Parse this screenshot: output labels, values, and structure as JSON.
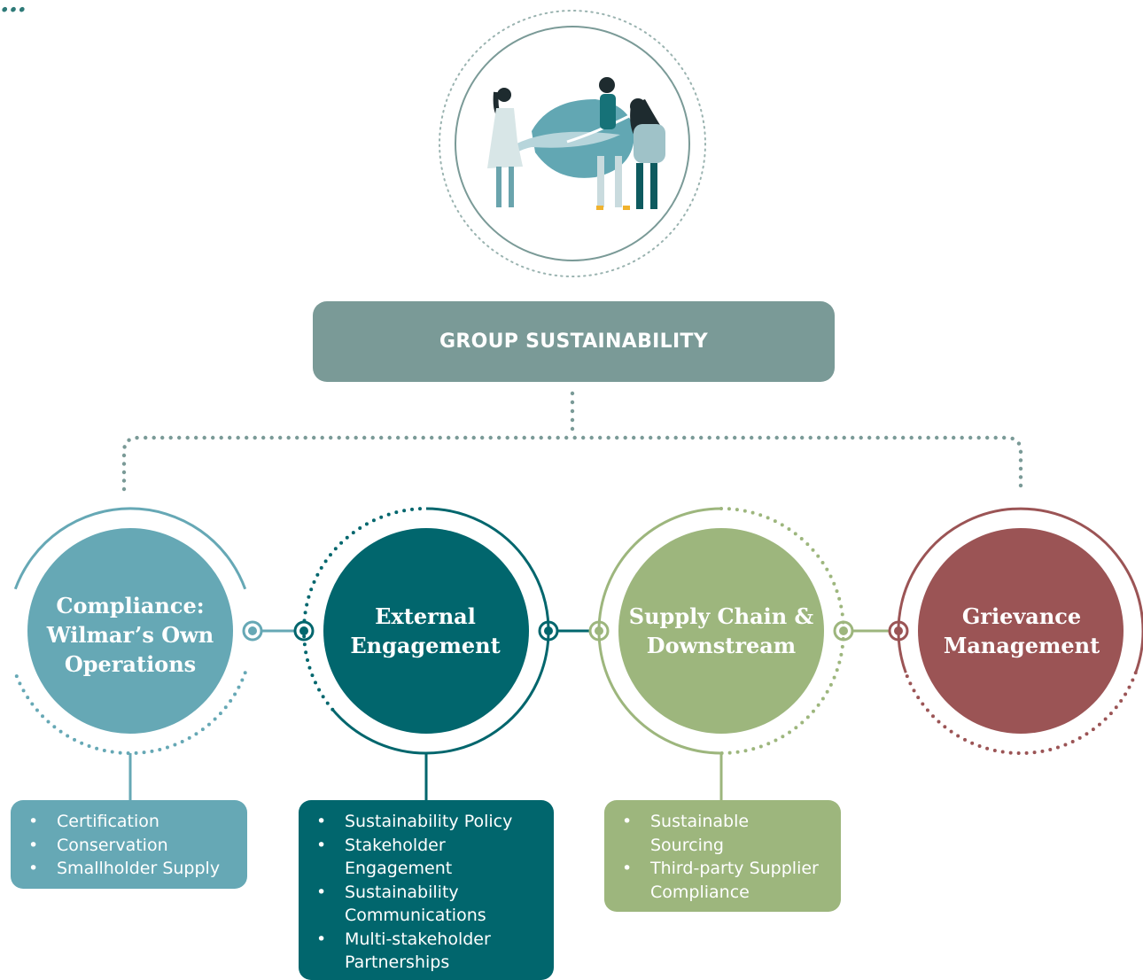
{
  "header": {
    "title": "GROUP SUSTAINABILITY"
  },
  "colors": {
    "header": "#7a9a97",
    "compliance": "#66a8b5",
    "external": "#01666d",
    "supply": "#9db67d",
    "grievance": "#9b5455",
    "connector": "#7a9a97"
  },
  "illustration": {
    "icon": "people-holding-leaf-icon"
  },
  "pillars": [
    {
      "key": "compliance",
      "label_lines": [
        "Compliance:",
        "Wilmar’s Own",
        "Operations"
      ],
      "items": [
        "Certification",
        "Conservation",
        "Smallholder Supply"
      ]
    },
    {
      "key": "external",
      "label_lines": [
        "External",
        "Engagement"
      ],
      "items": [
        [
          "Sustainability Policy"
        ],
        [
          "Stakeholder",
          "Engagement"
        ],
        [
          "Sustainability",
          "Communications"
        ],
        [
          "Multi-stakeholder",
          "Partnerships"
        ]
      ]
    },
    {
      "key": "supply",
      "label_lines": [
        "Supply Chain &",
        "Downstream"
      ],
      "items": [
        [
          "Sustainable",
          "Sourcing"
        ],
        [
          "Third-party Supplier",
          "Compliance"
        ]
      ]
    },
    {
      "key": "grievance",
      "label_lines": [
        "Grievance",
        "Management"
      ],
      "items": []
    }
  ]
}
